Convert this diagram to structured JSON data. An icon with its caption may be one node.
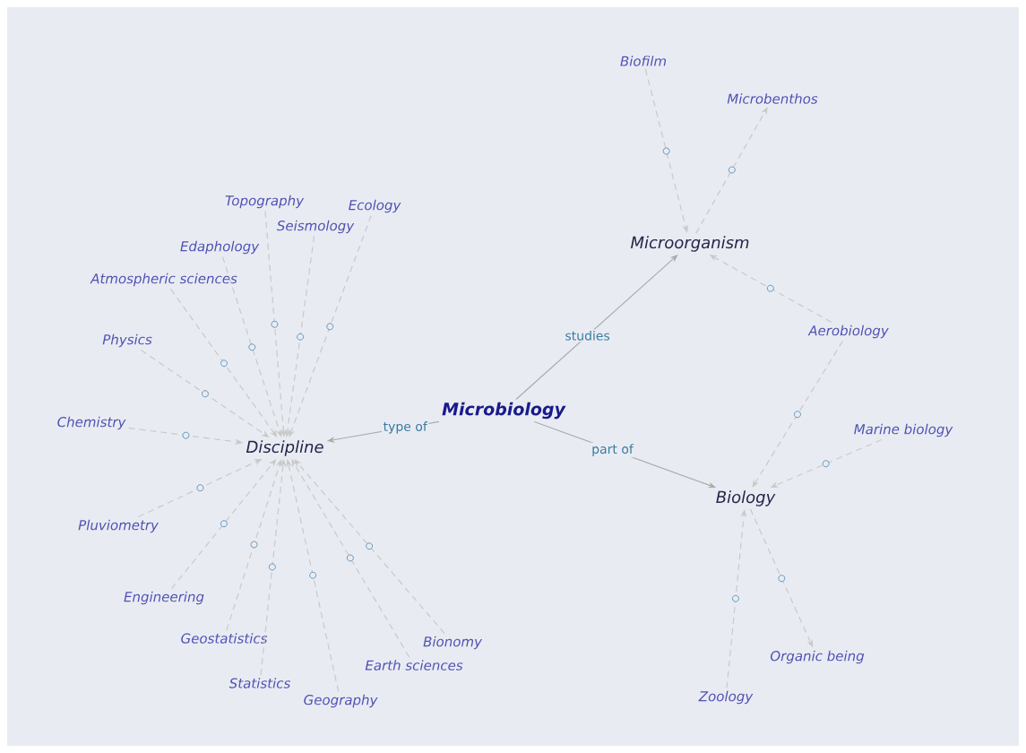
{
  "diagram": {
    "nodes": [
      {
        "text": [
          "Microbiology"
        ]
      },
      {
        "text": [
          "Discipline"
        ]
      },
      {
        "text": [
          "Microorganism"
        ]
      },
      {
        "text": [
          "Biology"
        ]
      },
      {
        "text": [
          "Topography"
        ]
      },
      {
        "text": [
          "Ecology"
        ]
      },
      {
        "text": [
          "Seismology"
        ]
      },
      {
        "text": [
          "Edaphology"
        ]
      },
      {
        "text": [
          "Atmospheric sciences"
        ]
      },
      {
        "text": [
          "Physics"
        ]
      },
      {
        "text": [
          "Chemistry"
        ]
      },
      {
        "text": [
          "Pluviometry"
        ]
      },
      {
        "text": [
          "Engineering"
        ]
      },
      {
        "text": [
          "Geostatistics"
        ]
      },
      {
        "text": [
          "Bionomy"
        ]
      },
      {
        "text": [
          "Earth sciences"
        ]
      },
      {
        "text": [
          "Geography"
        ]
      },
      {
        "text": [
          "Statistics"
        ]
      },
      {
        "text": [
          "Biofilm"
        ]
      },
      {
        "text": [
          "Microbenthos"
        ]
      },
      {
        "text": [
          "Aerobiology"
        ]
      },
      {
        "text": [
          "Marine biology"
        ]
      },
      {
        "text": [
          "Organic being"
        ]
      },
      {
        "text": [
          "Zoology"
        ]
      }
    ],
    "edges": [
      {
        "from": 0,
        "to": 1,
        "arrow": "to",
        "label": "type of"
      },
      {
        "from": 0,
        "to": 2,
        "arrow": "to",
        "label": "studies"
      },
      {
        "from": 0,
        "to": 3,
        "arrow": "to",
        "label": "part of"
      },
      {
        "from": 4,
        "to": 1,
        "arrow": "to",
        "style": "dashed"
      },
      {
        "from": 5,
        "to": 1,
        "arrow": "to",
        "style": "dashed"
      },
      {
        "from": 6,
        "to": 1,
        "arrow": "to",
        "style": "dashed"
      },
      {
        "from": 7,
        "to": 1,
        "arrow": "to",
        "style": "dashed"
      },
      {
        "from": 8,
        "to": 1,
        "arrow": "to",
        "style": "dashed"
      },
      {
        "from": 9,
        "to": 1,
        "arrow": "to",
        "style": "dashed"
      },
      {
        "from": 10,
        "to": 1,
        "arrow": "to",
        "style": "dashed"
      },
      {
        "from": 11,
        "to": 1,
        "arrow": "to",
        "style": "dashed"
      },
      {
        "from": 12,
        "to": 1,
        "arrow": "to",
        "style": "dashed"
      },
      {
        "from": 13,
        "to": 1,
        "arrow": "to",
        "style": "dashed"
      },
      {
        "from": 14,
        "to": 1,
        "arrow": "to",
        "style": "dashed"
      },
      {
        "from": 15,
        "to": 1,
        "arrow": "to",
        "style": "dashed"
      },
      {
        "from": 16,
        "to": 1,
        "arrow": "to",
        "style": "dashed"
      },
      {
        "from": 17,
        "to": 1,
        "arrow": "to",
        "style": "dashed"
      },
      {
        "from": 18,
        "to": 2,
        "arrow": "to",
        "style": "dashed"
      },
      {
        "from": 2,
        "to": 19,
        "arrow": "to",
        "style": "dashed"
      },
      {
        "from": 20,
        "to": 2,
        "arrow": "to",
        "style": "dashed"
      },
      {
        "from": 20,
        "to": 3,
        "arrow": "to",
        "style": "dashed"
      },
      {
        "from": 21,
        "to": 3,
        "arrow": "to",
        "style": "dashed"
      },
      {
        "from": 3,
        "to": 22,
        "arrow": "to",
        "style": "dashed"
      },
      {
        "from": 23,
        "to": 3,
        "arrow": "to",
        "style": "dashed"
      }
    ]
  }
}
